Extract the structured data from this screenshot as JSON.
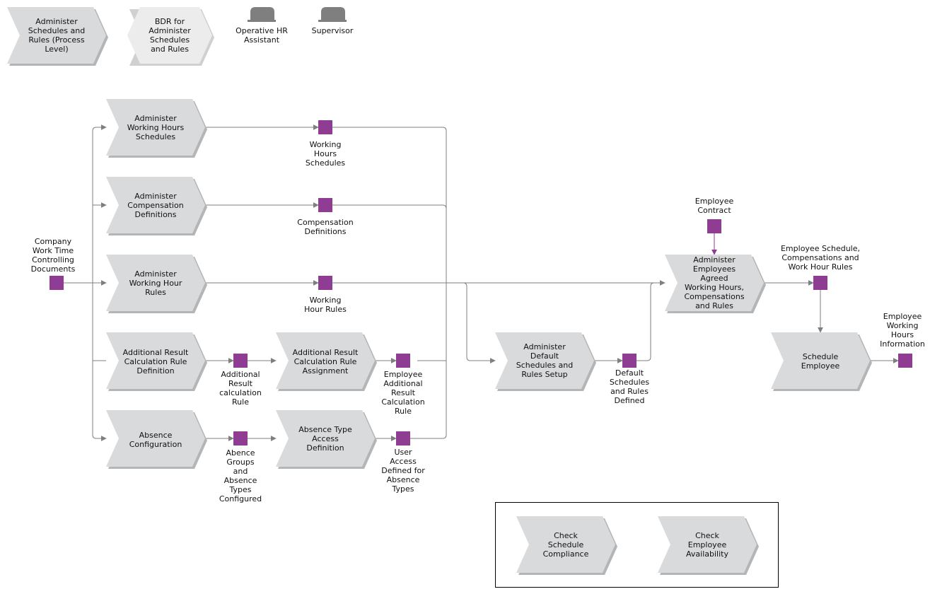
{
  "legend": {
    "process_level": "Administer\nSchedules and\nRules (Process\nLevel)",
    "bdr": "BDR for\nAdminister\nSchedules\nand Rules",
    "role_operative": "Operative HR\nAssistant",
    "role_supervisor": "Supervisor"
  },
  "functions": {
    "working_hours_schedules": "Administer\nWorking Hours\nSchedules",
    "compensation_definitions": "Administer\nCompensation\nDefinitions",
    "working_hour_rules": "Administer\nWorking Hour\nRules",
    "additional_result_rule_definition": "Additional Result\nCalculation Rule\nDefinition",
    "additional_result_rule_assignment": "Additional Result\nCalculation Rule\nAssignment",
    "absence_configuration": "Absence\nConfiguration",
    "absence_type_access": "Absence Type\nAccess\nDefinition",
    "default_schedules_setup": "Administer\nDefault\nSchedules and\nRules Setup",
    "employees_agreed": "Administer\nEmployees\nAgreed\nWorking Hours,\nCompensations\nand Rules",
    "schedule_employee": "Schedule\nEmployee",
    "check_compliance": "Check\nSchedule\nCompliance",
    "check_availability": "Check\nEmployee\nAvailability"
  },
  "objects": {
    "company_docs": "Company\nWork Time\nControlling\nDocuments",
    "working_hours_schedules": "Working\nHours\nSchedules",
    "compensation_definitions": "Compensation\nDefinitions",
    "working_hour_rules": "Working\nHour Rules",
    "additional_result_rule": "Additional\nResult\ncalculation\nRule",
    "employee_additional_result_rule": "Employee\nAdditional\nResult\nCalculation\nRule",
    "absence_groups": "Abence\nGroups\nand\nAbsence\nTypes\nConfigured",
    "user_access": "User\nAccess\nDefined for\nAbsence\nTypes",
    "default_schedules_defined": "Default\nSchedules\nand Rules\nDefined",
    "employee_contract": "Employee\nContract",
    "employee_schedule_output": "Employee Schedule,\nCompensations and\nWork Hour Rules",
    "employee_working_hours_info": "Employee\nWorking\nHours\nInformation"
  },
  "colors": {
    "function_fill": "#d9dadb",
    "function_shadow": "#b4b5b7",
    "bdr_fill": "#ececec",
    "object_fill": "#8e3d93",
    "role_fill": "#7f7f7f",
    "connector": "#7f7f7f"
  }
}
